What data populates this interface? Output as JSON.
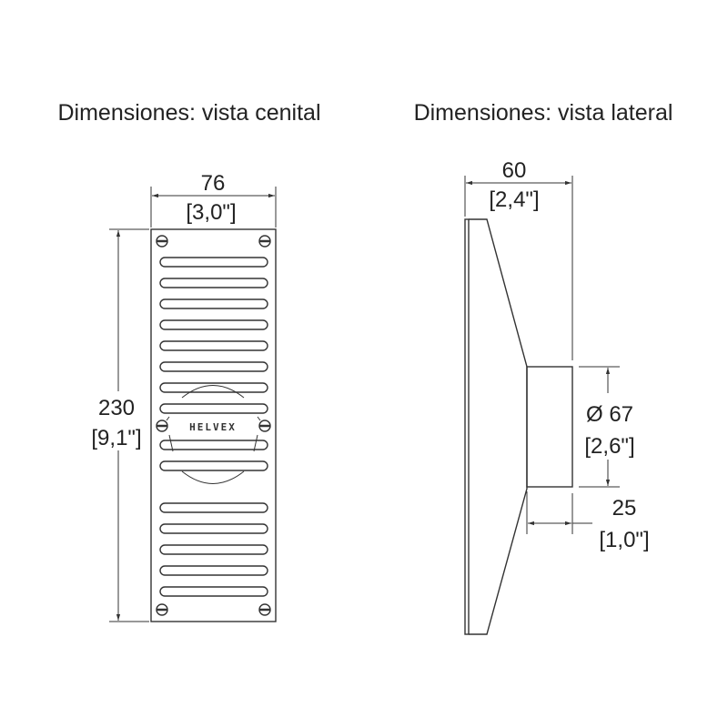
{
  "top_view": {
    "title": "Dimensiones: vista cenital",
    "width_mm": "76",
    "width_in": "[3,0\"]",
    "height_mm": "230",
    "height_in": "[9,1\"]",
    "logo": "HELVEX"
  },
  "side_view": {
    "title": "Dimensiones: vista lateral",
    "depth_mm": "60",
    "depth_in": "[2,4\"]",
    "diameter_mm": "Ø 67",
    "diameter_in": "[2,6\"]",
    "neck_mm": "25",
    "neck_in": "[1,0\"]"
  },
  "colors": {
    "line": "#333333",
    "text": "#222222"
  }
}
